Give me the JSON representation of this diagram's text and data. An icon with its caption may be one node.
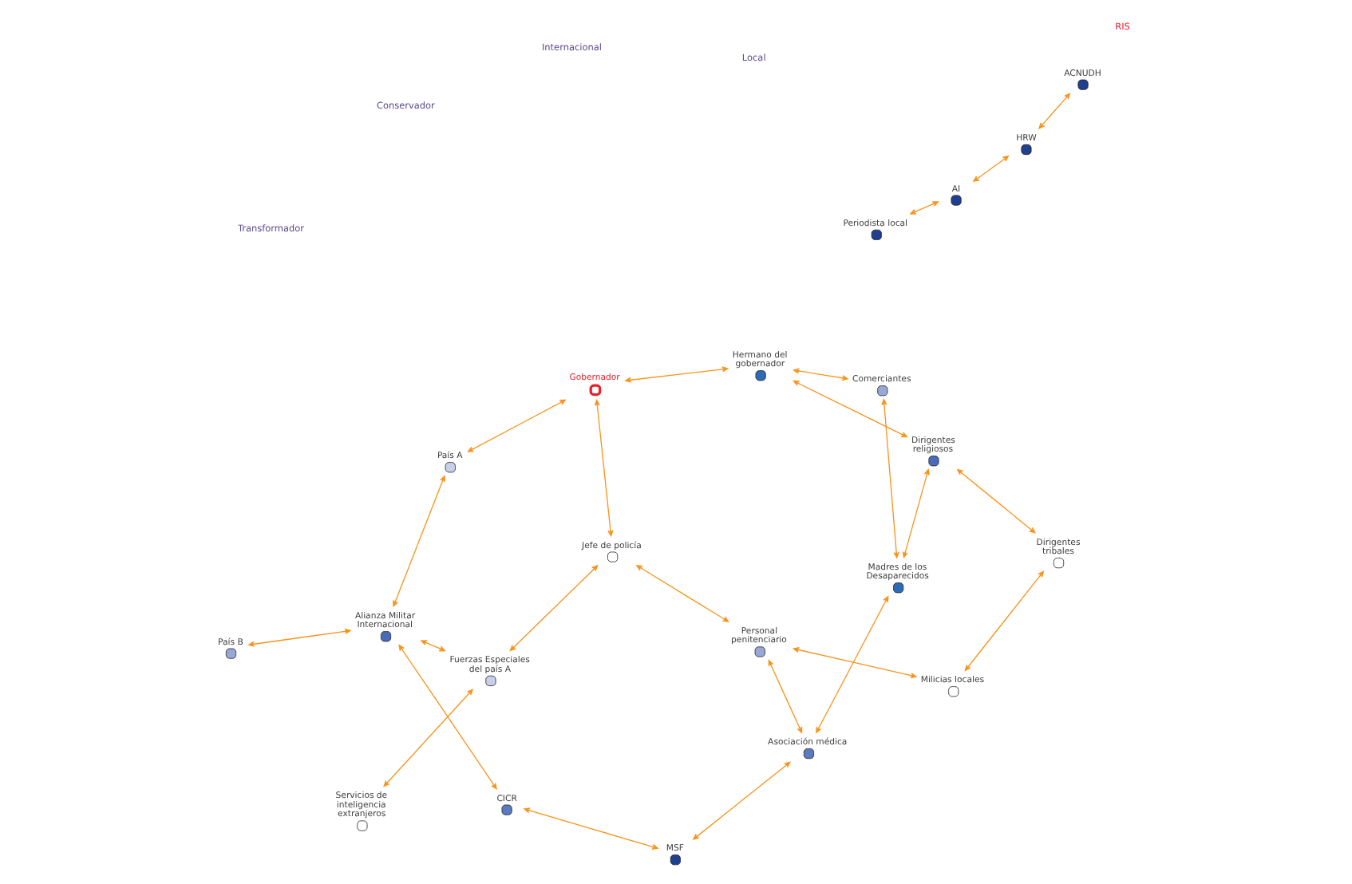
{
  "diagram": {
    "nodes": [
      {
        "text": [
          "ACNUDH"
        ]
      },
      {
        "text": [
          "CICR"
        ]
      },
      {
        "text": [
          "HRW"
        ]
      },
      {
        "text": [
          "MSF"
        ]
      },
      {
        "text": [
          "AI"
        ]
      },
      {
        "text": [
          "Alianza Militar Internacional"
        ]
      },
      {
        "text": [
          "País A"
        ]
      },
      {
        "text": [
          "País B"
        ]
      },
      {
        "text": [
          "Servicios de inteligencia extranjeros"
        ]
      },
      {
        "text": [
          "Fuerzas Especiales del país A"
        ]
      },
      {
        "text": [
          "Gobernador"
        ]
      },
      {
        "text": [
          "Hermano del gobernador"
        ]
      },
      {
        "text": [
          "Jefe de policía"
        ]
      },
      {
        "text": [
          "Asociación médica"
        ]
      },
      {
        "text": [
          "Periodista local"
        ]
      },
      {
        "text": [
          "Personal penitenciario"
        ]
      },
      {
        "text": [
          "Madres de los Desaparecidos"
        ]
      },
      {
        "text": [
          "Comerciantes"
        ]
      },
      {
        "text": [
          "Dirigentes religiosos"
        ]
      },
      {
        "text": [
          "Dirigentes tribales"
        ]
      },
      {
        "text": [
          "Milicias locales"
        ]
      }
    ],
    "edges": [
      {
        "from": 0,
        "to": 2,
        "arrow": "both"
      },
      {
        "from": 1,
        "to": 5,
        "arrow": "both"
      },
      {
        "from": 1,
        "to": 3,
        "arrow": "both"
      },
      {
        "from": 2,
        "to": 4,
        "arrow": "both"
      },
      {
        "from": 3,
        "to": 13,
        "arrow": "both"
      },
      {
        "from": 4,
        "to": 14,
        "arrow": "both"
      },
      {
        "from": 5,
        "to": 6,
        "arrow": "both"
      },
      {
        "from": 5,
        "to": 7,
        "arrow": "both"
      },
      {
        "from": 5,
        "to": 9,
        "arrow": "both"
      },
      {
        "from": 8,
        "to": 9,
        "arrow": "both"
      },
      {
        "from": 6,
        "to": 10,
        "arrow": "both"
      },
      {
        "from": 10,
        "to": 11,
        "arrow": "both"
      },
      {
        "from": 10,
        "to": 12,
        "arrow": "both"
      },
      {
        "from": 9,
        "to": 12,
        "arrow": "both"
      },
      {
        "from": 12,
        "to": 15,
        "arrow": "both"
      },
      {
        "from": 13,
        "to": 15,
        "arrow": "both"
      },
      {
        "from": 13,
        "to": 16,
        "arrow": "both"
      },
      {
        "from": 11,
        "to": 17,
        "arrow": "both"
      },
      {
        "from": 11,
        "to": 18,
        "arrow": "both"
      },
      {
        "from": 16,
        "to": 18,
        "arrow": "both"
      },
      {
        "from": 16,
        "to": 17,
        "arrow": "both"
      },
      {
        "from": 15,
        "to": 20,
        "arrow": "both"
      },
      {
        "from": 18,
        "to": 19,
        "arrow": "both"
      },
      {
        "from": 19,
        "to": 20,
        "arrow": "both"
      }
    ],
    "labels": [
      "RIS",
      "Internacional",
      "Transformador",
      "Conservador",
      "Local"
    ]
  }
}
